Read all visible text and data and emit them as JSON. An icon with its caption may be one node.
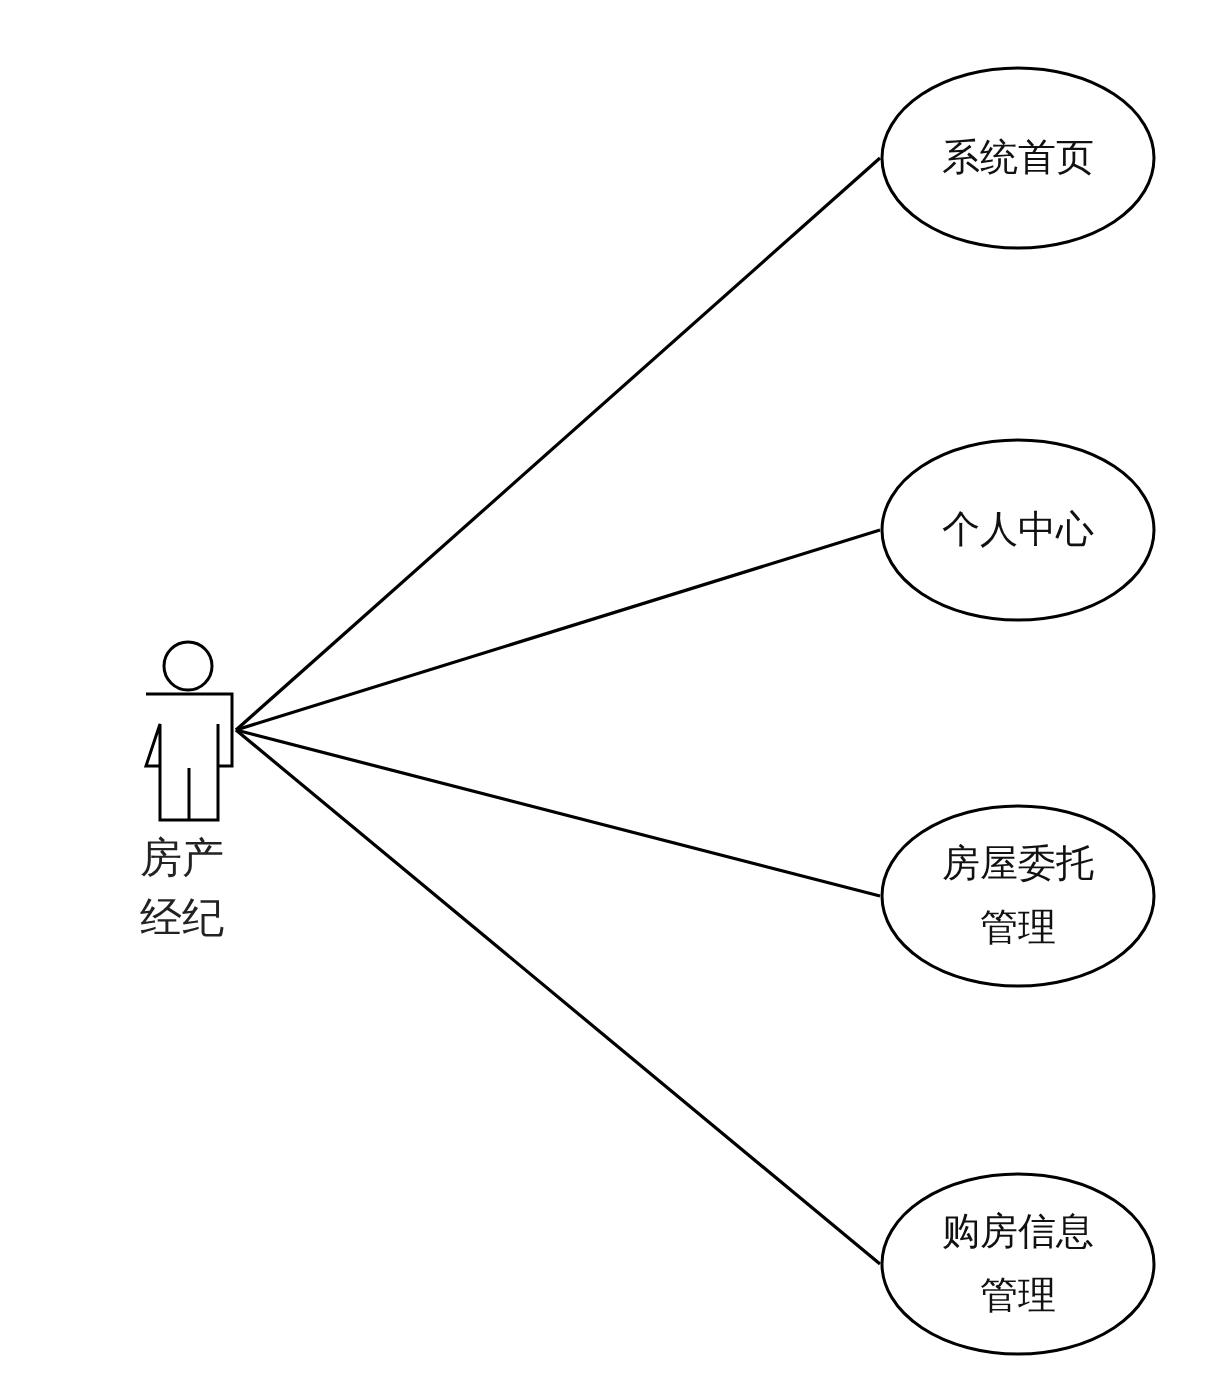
{
  "diagram": {
    "nodes": [
      {
        "text": [
          "房产经纪"
        ]
      },
      {
        "text": [
          "系统首页"
        ]
      },
      {
        "text": [
          "个人中心"
        ]
      },
      {
        "text": [
          "房屋委托管理"
        ]
      },
      {
        "text": [
          "购房信息管理"
        ]
      }
    ],
    "edges": [
      {
        "from": 0,
        "to": 1,
        "arrow": "none"
      },
      {
        "from": 0,
        "to": 2,
        "arrow": "none"
      },
      {
        "from": 0,
        "to": 3,
        "arrow": "none"
      },
      {
        "from": 0,
        "to": 4,
        "arrow": "none"
      }
    ]
  }
}
